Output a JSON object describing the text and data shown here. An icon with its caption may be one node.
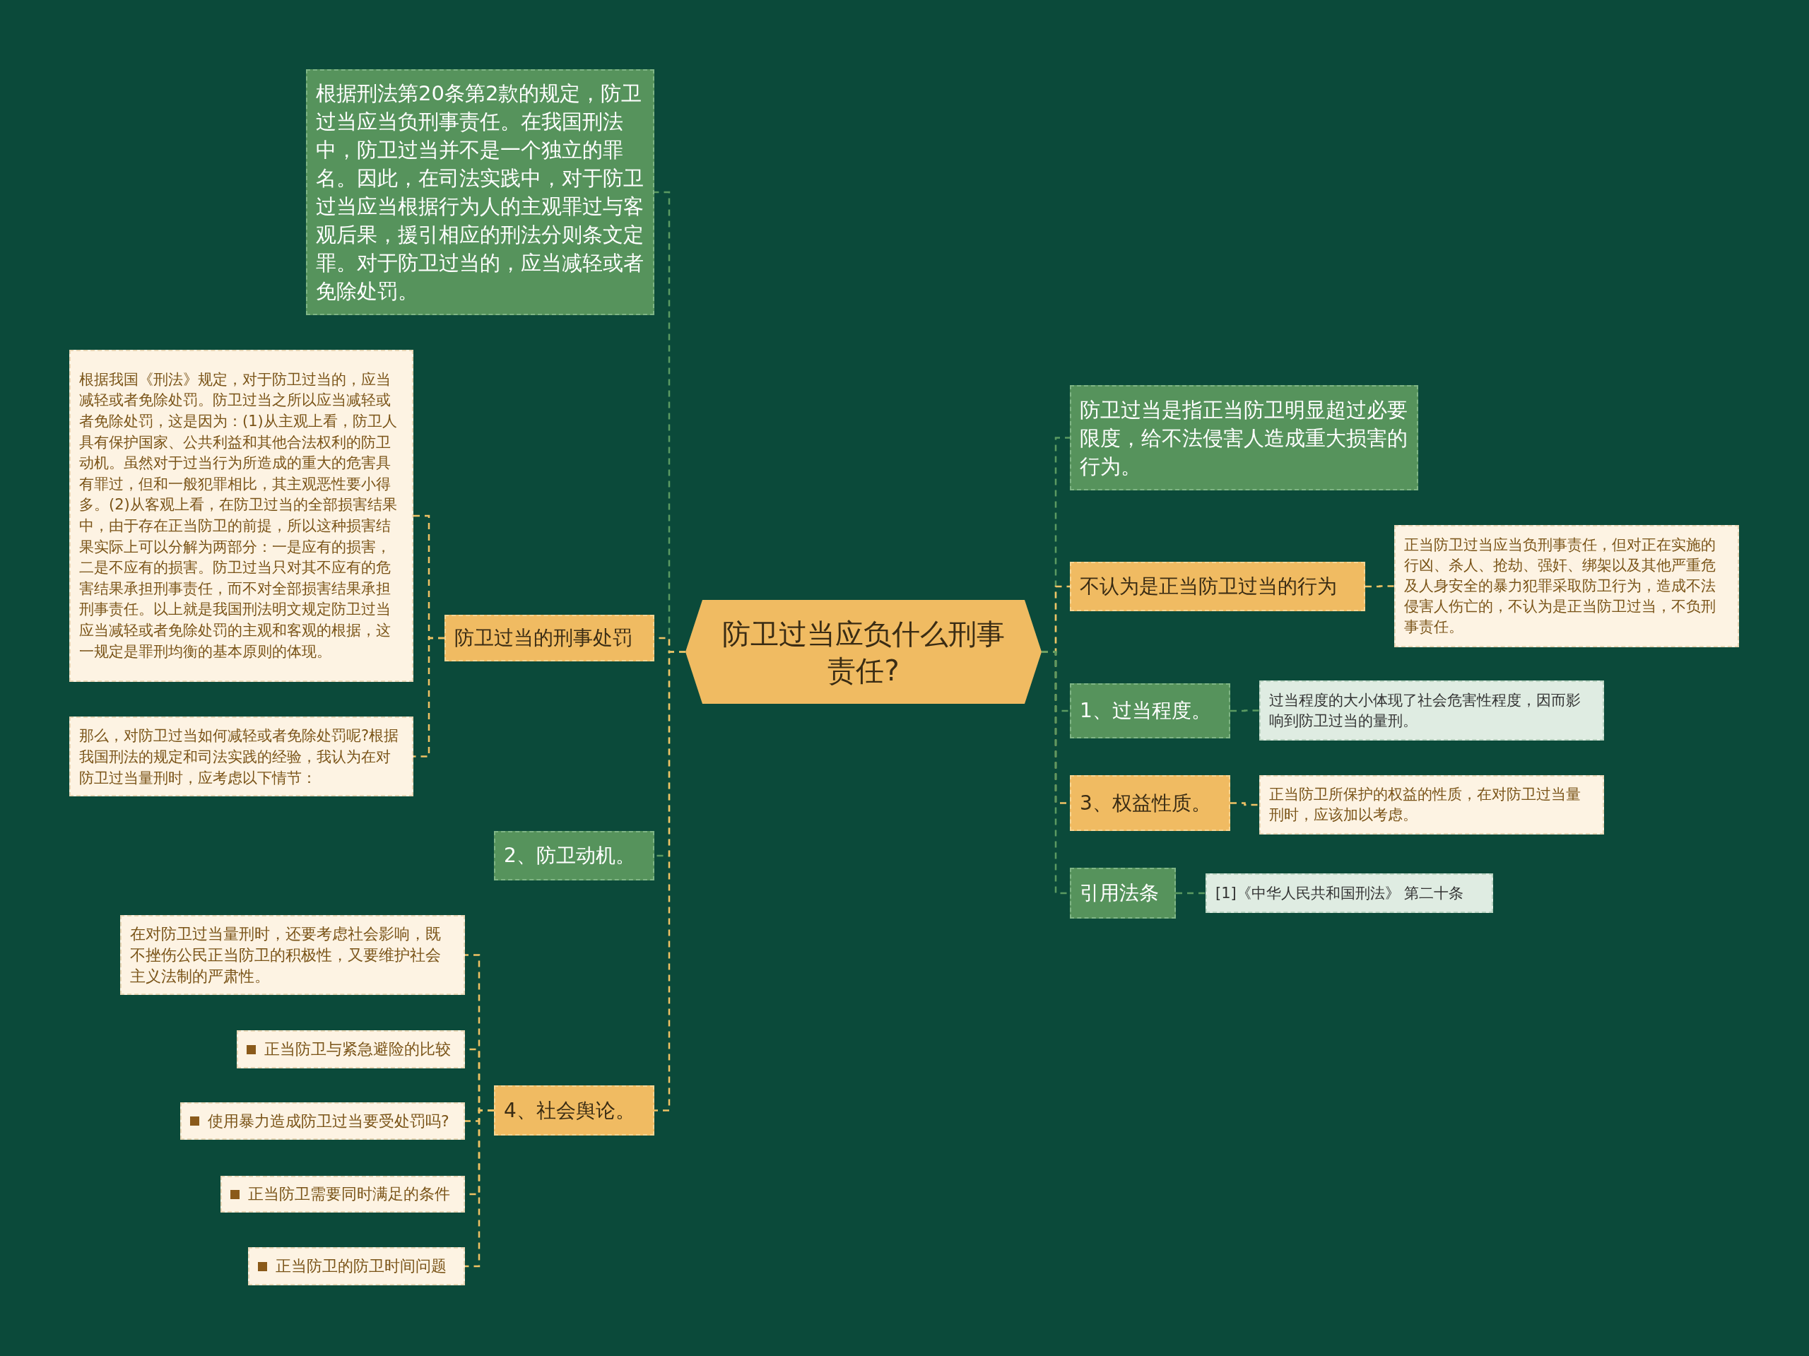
{
  "diagram": {
    "nodes": [
      {
        "text": [
          "防卫过当应负什么刑事责任?"
        ]
      },
      {
        "text": [
          "根据刑法第20条第2款的规定，防卫过当应当负刑事责任。在我国刑法中，防卫过当并不是一个独立的罪名。因此，在司法实践中，对于防卫过当应当根据行为人的主观罪过与客观后果，援引相应的刑法分则条文定罪。对于防卫过当的，应当减轻或者免除处罚。"
        ]
      },
      {
        "text": [
          "防卫过当的刑事处罚"
        ]
      },
      {
        "text": [
          "根据我国《刑法》规定，对于防卫过当的，应当减轻或者免除处罚。防卫过当之所以应当减轻或者免除处罚，这是因为：(1)从主观上看，防卫人具有保护国家、公共利益和其他合法权利的防卫动机。虽然对于过当行为所造成的重大的危害具有罪过，但和一般犯罪相比，其主观恶性要小得多。(2)从客观上看，在防卫过当的全部损害结果中，由于存在正当防卫的前提，所以这种损害结果实际上可以分解为两部分：一是应有的损害，二是不应有的损害。防卫过当只对其不应有的危害结果承担刑事责任，而不对全部损害结果承担刑事责任。以上就是我国刑法明文规定防卫过当应当减轻或者免除处罚的主观和客观的根据，这一规定是罪刑均衡的基本原则的体现。"
        ]
      },
      {
        "text": [
          "那么，对防卫过当如何减轻或者免除处罚呢?根据我国刑法的规定和司法实践的经验，我认为在对防卫过当量刑时，应考虑以下情节："
        ]
      },
      {
        "text": [
          "2、防卫动机。"
        ]
      },
      {
        "text": [
          "4、社会舆论。"
        ]
      },
      {
        "text": [
          "在对防卫过当量刑时，还要考虑社会影响，既不挫伤公民正当防卫的积极性，又要维护社会主义法制的严肃性。"
        ]
      },
      {
        "text": [
          "正当防卫与紧急避险的比较"
        ]
      },
      {
        "text": [
          "使用暴力造成防卫过当要受处罚吗?"
        ]
      },
      {
        "text": [
          "正当防卫需要同时满足的条件"
        ]
      },
      {
        "text": [
          "正当防卫的防卫时间问题"
        ]
      },
      {
        "text": [
          "防卫过当是指正当防卫明显超过必要限度，给不法侵害人造成重大损害的行为。"
        ]
      },
      {
        "text": [
          "不认为是正当防卫过当的行为"
        ]
      },
      {
        "text": [
          "正当防卫过当应当负刑事责任，但对正在实施的行凶、杀人、抢劫、强奸、绑架以及其他严重危及人身安全的暴力犯罪采取防卫行为，造成不法侵害人伤亡的，不认为是正当防卫过当，不负刑事责任。"
        ]
      },
      {
        "text": [
          "1、过当程度。"
        ]
      },
      {
        "text": [
          "过当程度的大小体现了社会危害性程度，因而影响到防卫过当的量刑。"
        ]
      },
      {
        "text": [
          "3、权益性质。"
        ]
      },
      {
        "text": [
          "正当防卫所保护的权益的性质，在对防卫过当量刑时，应该加以考虑。"
        ]
      },
      {
        "text": [
          "引用法条"
        ]
      },
      {
        "text": [
          "[1]《中华人民共和国刑法》 第二十条"
        ]
      }
    ],
    "edges": [
      {
        "from": 0,
        "to": 1,
        "arrow": "none",
        "style": "dashed",
        "color": "#5b9a62"
      },
      {
        "from": 0,
        "to": 2,
        "arrow": "none",
        "style": "dashed"
      },
      {
        "from": 2,
        "to": 3,
        "arrow": "none",
        "style": "dashed"
      },
      {
        "from": 2,
        "to": 4,
        "arrow": "none",
        "style": "dashed"
      },
      {
        "from": 0,
        "to": 5,
        "arrow": "none",
        "style": "dashed",
        "color": "#5b9a62"
      },
      {
        "from": 0,
        "to": 6,
        "arrow": "none",
        "style": "dashed"
      },
      {
        "from": 6,
        "to": 7,
        "arrow": "none",
        "style": "dashed"
      },
      {
        "from": 6,
        "to": 8,
        "arrow": "none",
        "style": "dashed"
      },
      {
        "from": 6,
        "to": 9,
        "arrow": "none",
        "style": "dashed"
      },
      {
        "from": 6,
        "to": 10,
        "arrow": "none",
        "style": "dashed"
      },
      {
        "from": 6,
        "to": 11,
        "arrow": "none",
        "style": "dashed"
      },
      {
        "from": 0,
        "to": 12,
        "arrow": "none",
        "style": "dashed",
        "color": "#5b9a62"
      },
      {
        "from": 0,
        "to": 13,
        "arrow": "none",
        "style": "dashed"
      },
      {
        "from": 13,
        "to": 14,
        "arrow": "none",
        "style": "dashed"
      },
      {
        "from": 0,
        "to": 15,
        "arrow": "none",
        "style": "dashed",
        "color": "#5b9a62"
      },
      {
        "from": 15,
        "to": 16,
        "arrow": "none",
        "style": "dashed",
        "color": "#5b9a62"
      },
      {
        "from": 0,
        "to": 17,
        "arrow": "none",
        "style": "dashed"
      },
      {
        "from": 17,
        "to": 18,
        "arrow": "none",
        "style": "dashed"
      },
      {
        "from": 0,
        "to": 19,
        "arrow": "none",
        "style": "dashed",
        "color": "#5b9a62"
      },
      {
        "from": 19,
        "to": 20,
        "arrow": "none",
        "style": "dashed",
        "color": "#5b9a62"
      }
    ]
  }
}
